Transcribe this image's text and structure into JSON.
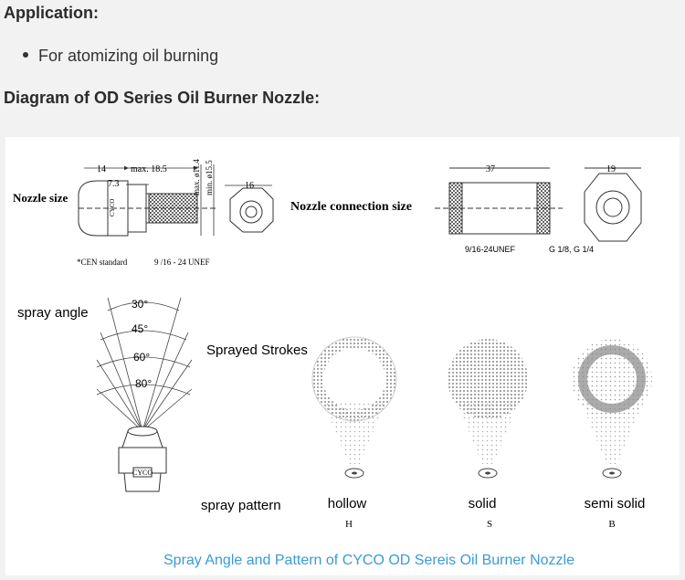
{
  "application_heading": "Application:",
  "application_item": "For atomizing oil burning",
  "diagram_heading": "Diagram of OD Series Oil Burner Nozzle:",
  "figure": {
    "nozzle_size_label": "Nozzle size",
    "dim_14": "14",
    "dim_max185": "max. 18.5",
    "dim_73": "7.3",
    "dim_max114": "max. ø11.4",
    "dim_min155": "min. ø15.5",
    "dim_16": "16",
    "cen_standard": "*CEN  standard",
    "thread_left": "9 /16 - 24 UNEF",
    "connection_label": "Nozzle connection size",
    "dim_37": "37",
    "dim_19": "19",
    "thread_right": "9/16-24UNEF",
    "pipe_thread": "G  1/8,  G  1/4",
    "brand_mark": "CYCO",
    "spray_angle_label": "spray angle",
    "angles": [
      "30°",
      "45°",
      "60°",
      "80°"
    ],
    "sprayed_strokes_label": "Sprayed Strokes",
    "spray_pattern_label": "spray pattern",
    "patterns": [
      {
        "name": "hollow",
        "code": "H"
      },
      {
        "name": "solid",
        "code": "S"
      },
      {
        "name": "semi solid",
        "code": "B"
      }
    ],
    "caption": "Spray Angle and Pattern of CYCO OD Sereis Oil Burner Nozzle",
    "caption_color": "#3a9bd6"
  }
}
